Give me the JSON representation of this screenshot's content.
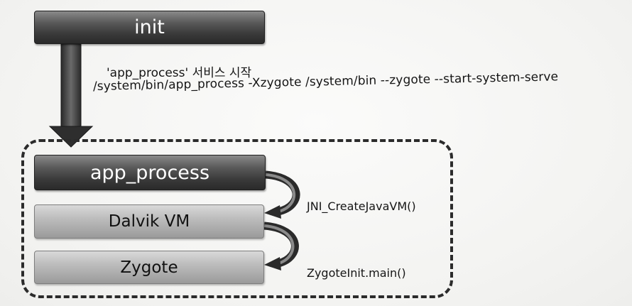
{
  "boxes": {
    "init": "init",
    "app_process": "app_process",
    "dalvik": "Dalvik VM",
    "zygote": "Zygote"
  },
  "annotation": {
    "line1": "'app_process' 서비스 시작",
    "line2": "/system/bin/app_process -Xzygote /system/bin --zygote --start-system-serve"
  },
  "arrow_labels": {
    "jni": "JNI_CreateJavaVM()",
    "zygote_init": "ZygoteInit.main()"
  }
}
